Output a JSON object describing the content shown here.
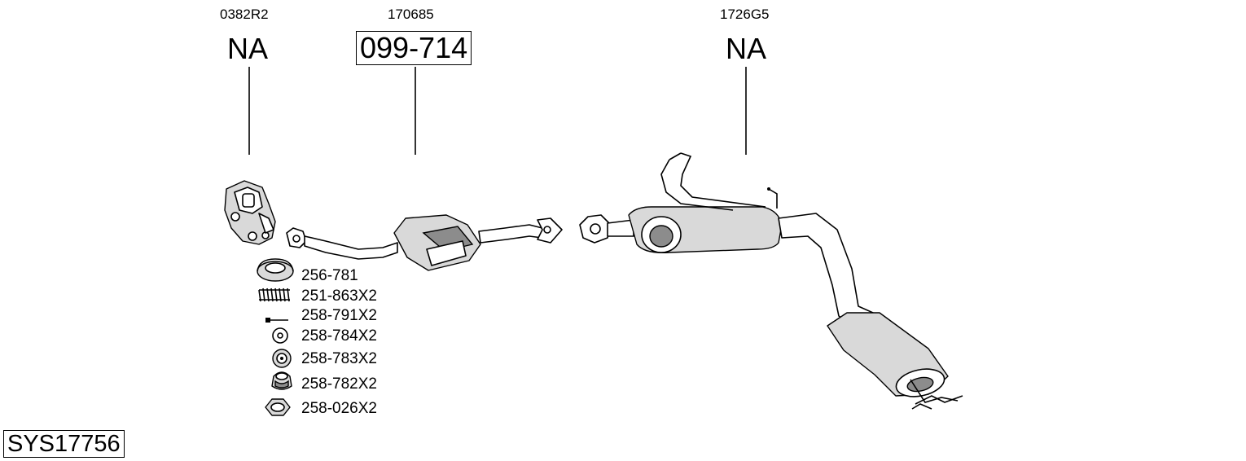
{
  "diagram": {
    "system_code": "SYS17756",
    "sections": [
      {
        "ref": "0382R2",
        "part": "NA"
      },
      {
        "ref": "170685",
        "part": "099-714"
      },
      {
        "ref": "1726G5",
        "part": "NA"
      }
    ],
    "fittings": [
      {
        "code": "256-781",
        "icon": "gasket-ring-icon"
      },
      {
        "code": "251-863X2",
        "icon": "spring-icon"
      },
      {
        "code": "258-791X2",
        "icon": "bolt-icon"
      },
      {
        "code": "258-784X2",
        "icon": "washer-icon"
      },
      {
        "code": "258-783X2",
        "icon": "rubber-mount-icon"
      },
      {
        "code": "258-782X2",
        "icon": "rubber-bush-icon"
      },
      {
        "code": "258-026X2",
        "icon": "hex-nut-icon"
      }
    ]
  }
}
